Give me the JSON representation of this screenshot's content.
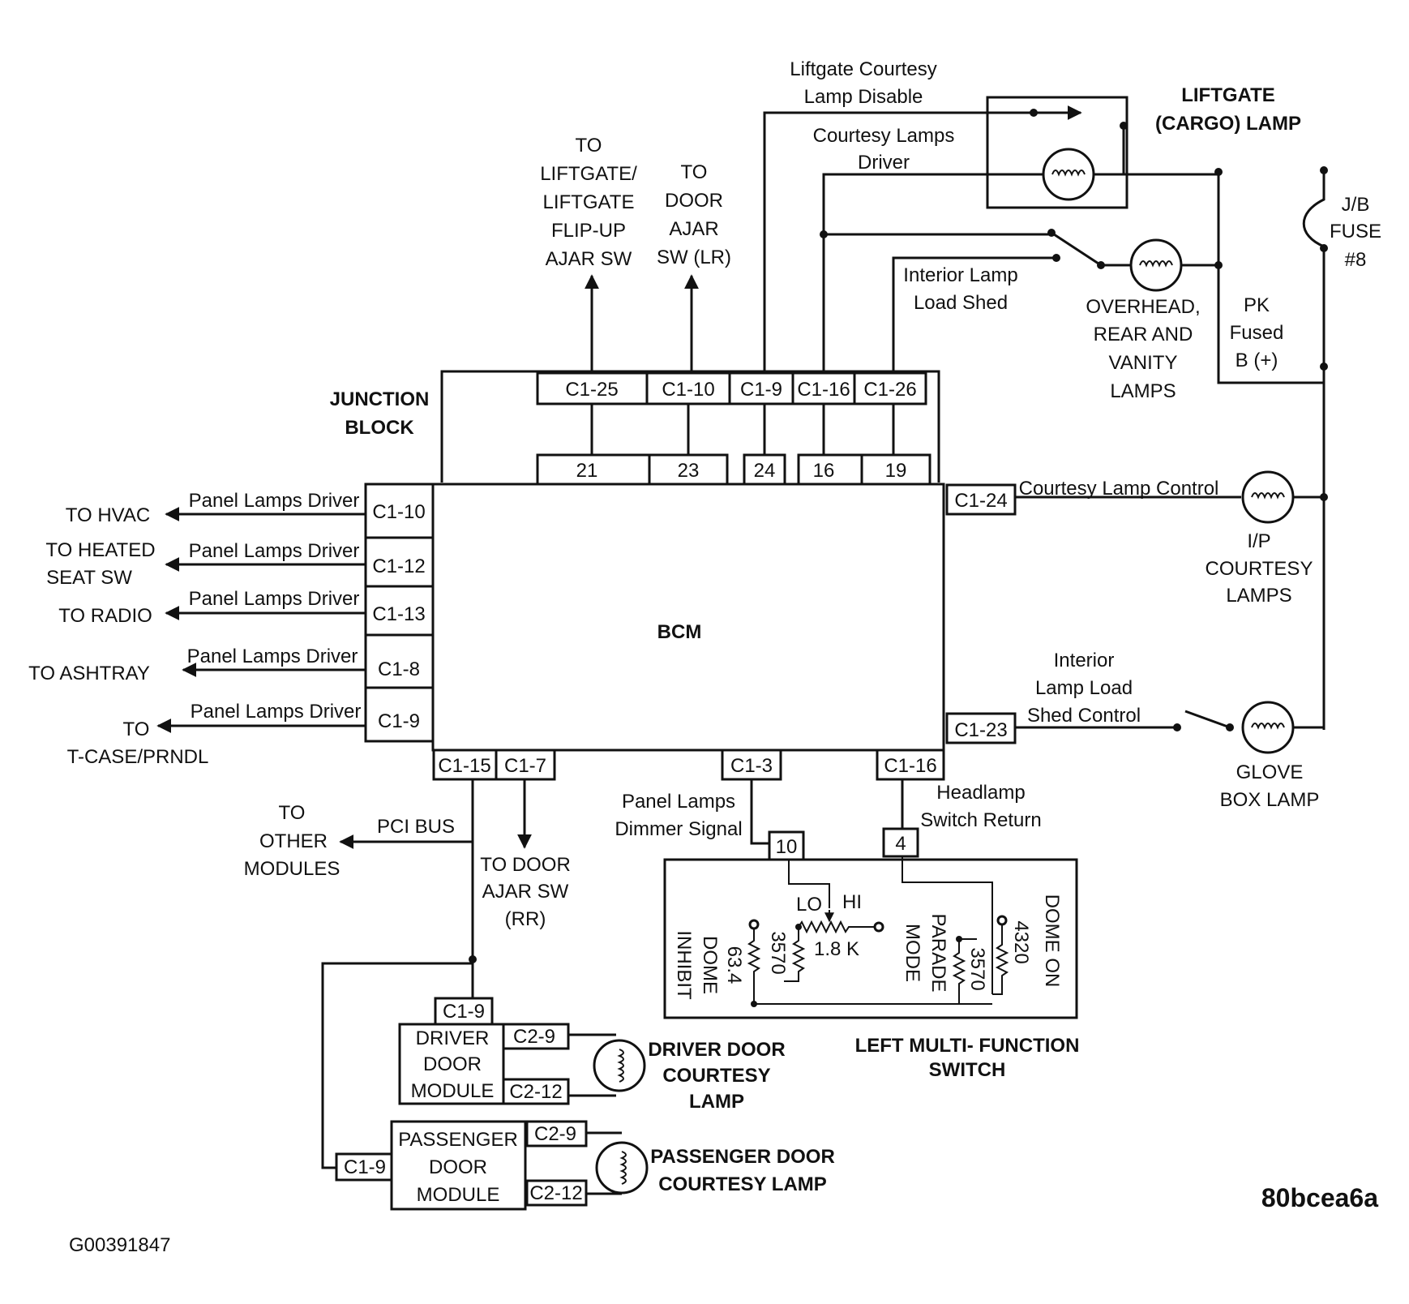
{
  "bcm": "BCM",
  "junction_block": [
    "JUNCTION",
    "BLOCK"
  ],
  "top_connectors": [
    "C1-25",
    "C1-10",
    "C1-9",
    "C1-16",
    "C1-26"
  ],
  "top_pins": [
    "21",
    "23",
    "24",
    "16",
    "19"
  ],
  "left_connectors": [
    "C1-10",
    "C1-12",
    "C1-13",
    "C1-8",
    "C1-9"
  ],
  "panel_lamps_driver": "Panel Lamps Driver",
  "left_destinations": {
    "hvac": "TO HVAC",
    "heated_seat": [
      "TO  HEATED",
      "SEAT SW"
    ],
    "radio": "TO RADIO",
    "ashtray": "TO ASHTRAY",
    "tcase": [
      "TO",
      "T-CASE/PRNDL"
    ]
  },
  "bottom_connectors": [
    "C1-15",
    "C1-7",
    "C1-3",
    "C1-16"
  ],
  "right_connectors": [
    "C1-24",
    "C1-23"
  ],
  "to_liftgate_ajar": [
    "TO",
    "LIFTGATE/",
    "LIFTGATE",
    "FLIP-UP",
    "AJAR SW"
  ],
  "to_door_ajar_lr": [
    "TO",
    "DOOR",
    "AJAR",
    "SW (LR)"
  ],
  "liftgate_disable": [
    "Liftgate Courtesy",
    "Lamp Disable"
  ],
  "courtesy_lamps_driver": [
    "Courtesy Lamps",
    "Driver"
  ],
  "liftgate_lamp": [
    "LIFTGATE",
    "(CARGO) LAMP"
  ],
  "jb_fuse": [
    "J/B",
    "FUSE",
    "#8"
  ],
  "interior_load_shed": [
    "Interior Lamp",
    "Load Shed"
  ],
  "overhead_lamps": [
    "OVERHEAD,",
    "REAR AND",
    "VANITY",
    "LAMPS"
  ],
  "pk_fused": [
    "PK",
    "Fused",
    "B (+)"
  ],
  "courtesy_lamp_control": "Courtesy Lamp Control",
  "ip_courtesy": [
    "I/P",
    "COURTESY",
    "LAMPS"
  ],
  "interior_shed_control": [
    "Interior",
    "Lamp Load",
    "Shed Control"
  ],
  "glove_box": [
    "GLOVE",
    "BOX LAMP"
  ],
  "pci_bus": "PCI BUS",
  "to_other_modules": [
    "TO",
    "OTHER",
    "MODULES"
  ],
  "to_door_ajar_rr": [
    "TO DOOR",
    "AJAR SW",
    "(RR)"
  ],
  "panel_dimmer": [
    "Panel Lamps",
    "Dimmer Signal"
  ],
  "headlamp_return": [
    "Headlamp",
    "Switch Return"
  ],
  "switch_pins": [
    "10",
    "4"
  ],
  "lo": "LO",
  "hi": "HI",
  "resistor_1_8k": "1.8 K",
  "r3570a": "3570",
  "r63_4": "63.4",
  "dome_inhibit": [
    "DOME",
    "INHIBIT"
  ],
  "parade_mode": [
    "PARADE",
    "MODE"
  ],
  "r3570b": "3570",
  "r4320": "4320",
  "dome_on": "DOME ON",
  "multi_function": [
    "LEFT MULTI- FUNCTION",
    "SWITCH"
  ],
  "driver_module": {
    "conn": "C1-9",
    "name": [
      "DRIVER",
      "DOOR",
      "MODULE"
    ],
    "c29": "C2-9",
    "c212": "C2-12",
    "lamp": [
      "DRIVER DOOR",
      "COURTESY",
      "LAMP"
    ]
  },
  "passenger_module": {
    "conn": "C1-9",
    "name": [
      "PASSENGER",
      "DOOR",
      "MODULE"
    ],
    "c29": "C2-9",
    "c212": "C2-12",
    "lamp": [
      "PASSENGER DOOR",
      "COURTESY LAMP"
    ]
  },
  "ref_code": "80bcea6a",
  "doc_id": "G00391847"
}
